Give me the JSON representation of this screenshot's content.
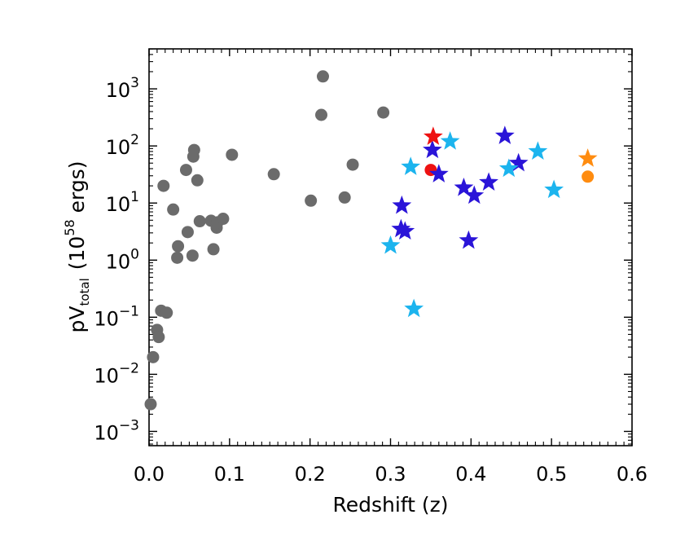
{
  "chart_data": {
    "type": "scatter",
    "xlabel": "Redshift (z)",
    "ylabel": {
      "base": "pV",
      "subscript": "total",
      "unit_prefix": "(10",
      "unit_exponent": "58",
      "unit_suffix": " ergs)"
    },
    "xlim": [
      0,
      0.6
    ],
    "ylim_log10": [
      -3.25,
      3.7
    ],
    "yscale": "log",
    "grid": false,
    "legend": "none",
    "x_ticks": [
      {
        "value": 0.0,
        "label": "0.0"
      },
      {
        "value": 0.1,
        "label": "0.1"
      },
      {
        "value": 0.2,
        "label": "0.2"
      },
      {
        "value": 0.3,
        "label": "0.3"
      },
      {
        "value": 0.4,
        "label": "0.4"
      },
      {
        "value": 0.5,
        "label": "0.5"
      },
      {
        "value": 0.6,
        "label": "0.6"
      }
    ],
    "y_ticks": [
      {
        "exp": -3,
        "base": "10",
        "sup": "−3"
      },
      {
        "exp": -2,
        "base": "10",
        "sup": "−2"
      },
      {
        "exp": -1,
        "base": "10",
        "sup": "−1"
      },
      {
        "exp": 0,
        "base": "10",
        "sup": "0"
      },
      {
        "exp": 1,
        "base": "10",
        "sup": "1"
      },
      {
        "exp": 2,
        "base": "10",
        "sup": "2"
      },
      {
        "exp": 3,
        "base": "10",
        "sup": "3"
      }
    ],
    "series": [
      {
        "marker": "circle",
        "color": "#6b6b6b",
        "points": [
          [
            0.002,
            0.003
          ],
          [
            0.005,
            0.02
          ],
          [
            0.01,
            0.06
          ],
          [
            0.012,
            0.045
          ],
          [
            0.015,
            0.13
          ],
          [
            0.022,
            0.12
          ],
          [
            0.018,
            20
          ],
          [
            0.03,
            7.7
          ],
          [
            0.035,
            1.1
          ],
          [
            0.036,
            1.75
          ],
          [
            0.046,
            38
          ],
          [
            0.048,
            3.1
          ],
          [
            0.054,
            1.2
          ],
          [
            0.055,
            65
          ],
          [
            0.056,
            85
          ],
          [
            0.06,
            25
          ],
          [
            0.063,
            4.8
          ],
          [
            0.077,
            4.9
          ],
          [
            0.08,
            1.55
          ],
          [
            0.084,
            3.7
          ],
          [
            0.085,
            4.6
          ],
          [
            0.092,
            5.3
          ],
          [
            0.103,
            70
          ],
          [
            0.155,
            32
          ],
          [
            0.201,
            11
          ],
          [
            0.214,
            350
          ],
          [
            0.216,
            1650
          ],
          [
            0.243,
            12.5
          ],
          [
            0.253,
            47
          ],
          [
            0.291,
            385
          ]
        ]
      },
      {
        "marker": "circle",
        "color": "#ee1111",
        "points": [
          [
            0.35,
            38
          ]
        ]
      },
      {
        "marker": "circle",
        "color": "#ff8c10",
        "points": [
          [
            0.545,
            29
          ]
        ]
      },
      {
        "marker": "star",
        "color": "#2a14d8",
        "points": [
          [
            0.313,
            3.5
          ],
          [
            0.314,
            9.0
          ],
          [
            0.318,
            3.2
          ],
          [
            0.352,
            85
          ],
          [
            0.36,
            32
          ],
          [
            0.391,
            18.5
          ],
          [
            0.397,
            2.2
          ],
          [
            0.404,
            13.5
          ],
          [
            0.422,
            23
          ],
          [
            0.442,
            150
          ],
          [
            0.459,
            50
          ]
        ]
      },
      {
        "marker": "star",
        "color": "#1cb4ee",
        "points": [
          [
            0.3,
            1.8
          ],
          [
            0.325,
            43
          ],
          [
            0.329,
            0.14
          ],
          [
            0.374,
            120
          ],
          [
            0.447,
            40
          ],
          [
            0.483,
            80
          ],
          [
            0.503,
            17
          ]
        ]
      },
      {
        "marker": "star",
        "color": "#ee1111",
        "points": [
          [
            0.353,
            145
          ]
        ]
      },
      {
        "marker": "star",
        "color": "#ff8c10",
        "points": [
          [
            0.545,
            60
          ]
        ]
      }
    ]
  }
}
